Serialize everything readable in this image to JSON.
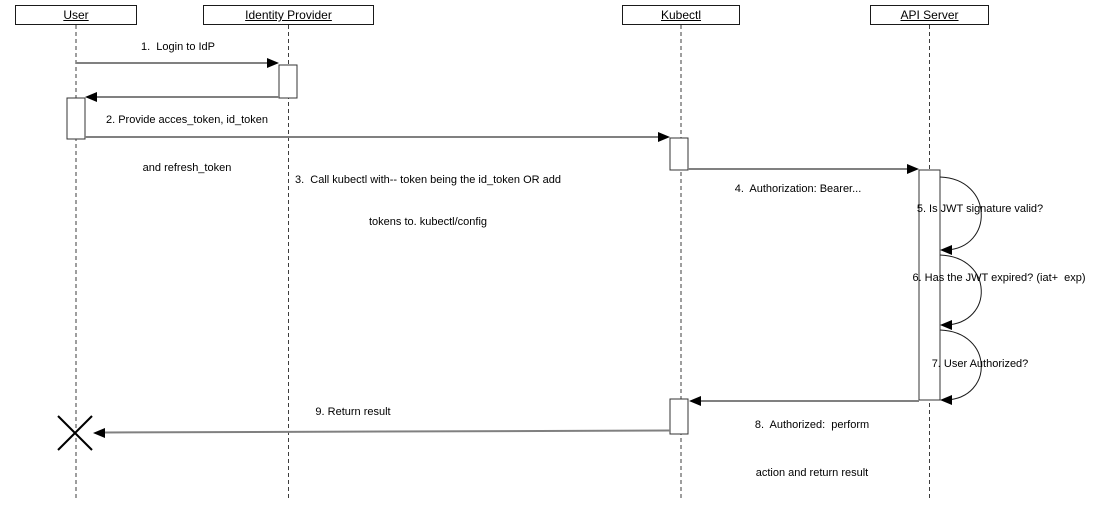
{
  "diagram_type": "uml-sequence-diagram",
  "participants": [
    {
      "name": "User"
    },
    {
      "name": "Identity Provider"
    },
    {
      "name": "Kubectl"
    },
    {
      "name": "API Server"
    }
  ],
  "messages": {
    "m1": {
      "label": "1.  Login to IdP",
      "from": "User",
      "to": "Identity Provider"
    },
    "m2": {
      "line1": "2. Provide acces_token, id_token",
      "line2": "and refresh_token",
      "from": "Identity Provider",
      "to": "User"
    },
    "m3": {
      "line1": "3.  Call kubectl with-- token being the id_token OR add",
      "line2": "tokens to. kubectl/config",
      "from": "User",
      "to": "Kubectl"
    },
    "m4": {
      "label": "4.  Authorization: Bearer...",
      "from": "Kubectl",
      "to": "API Server"
    },
    "m5": {
      "label": "5. Is JWT signature valid?",
      "from": "API Server",
      "to": "API Server"
    },
    "m6": {
      "label": "6. Has the JWT expired? (iat+  exp)",
      "from": "API Server",
      "to": "API Server"
    },
    "m7": {
      "label": "7. User Authorized?",
      "from": "API Server",
      "to": "API Server"
    },
    "m8": {
      "line1": "8.  Authorized:  perform",
      "line2": "action and return result",
      "from": "API Server",
      "to": "Kubectl"
    },
    "m9": {
      "label": "9. Return result",
      "from": "Kubectl",
      "to": "User"
    }
  },
  "colors": {
    "background": "#ffffff",
    "message_line": "#808080",
    "arrowhead": "#000000",
    "shape_border": "#1a1a1a",
    "lifeline": "#3d3d3d",
    "text": "#000000"
  }
}
